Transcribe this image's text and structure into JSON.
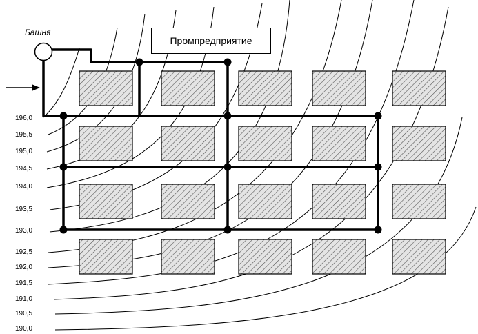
{
  "tower_label": "Башня",
  "plant_label": "Промпредприятие",
  "contour_labels": [
    "196,0",
    "195,5",
    "195,0",
    "194,5",
    "194,0",
    "193,5",
    "193,0",
    "192,5",
    "192,0",
    "191,5",
    "191,0",
    "190,5",
    "190,0"
  ],
  "colors": {
    "line": "#000000",
    "hatch": "#555555",
    "block_fill": "#d9d9d9",
    "background": "#ffffff"
  },
  "icons": {
    "inlet": "arrow-right-icon",
    "tower": "circle-icon",
    "node": "filled-dot-icon"
  }
}
